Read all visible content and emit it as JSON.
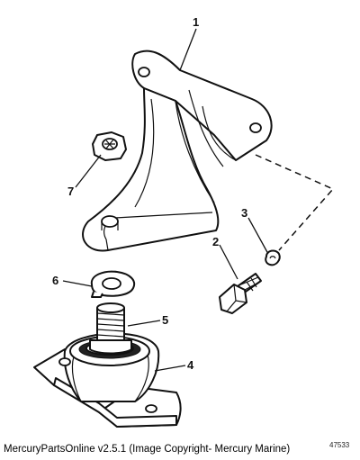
{
  "callouts": {
    "c1": "1",
    "c2": "2",
    "c3": "3",
    "c4": "4",
    "c5": "5",
    "c6": "6",
    "c7": "7"
  },
  "figure_number": "47533",
  "caption": "MercuryPartsOnline v2.5.1 (Image Copyright- Mercury Marine)"
}
